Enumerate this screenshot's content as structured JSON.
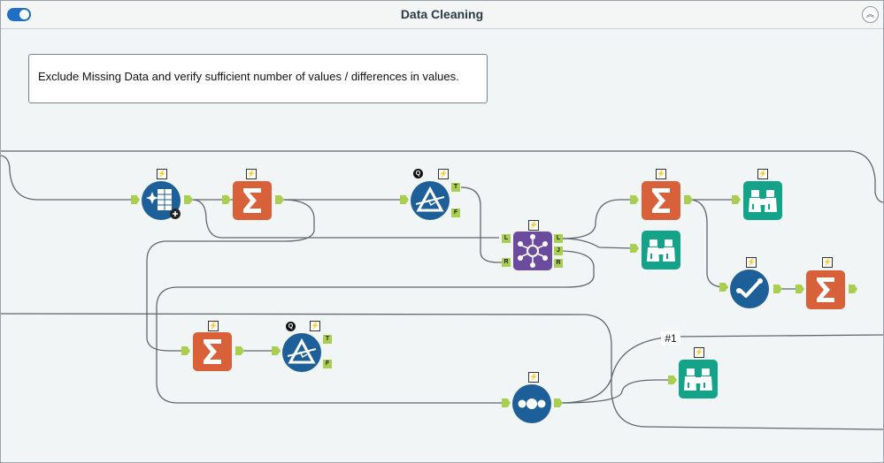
{
  "window": {
    "title": "Data Cleaning",
    "toggle_state": "on",
    "collapse_icon": "chevron-up-icon"
  },
  "comment": {
    "text": "Exclude Missing Data and verify sufficient number of values / differences in values."
  },
  "anchors": {
    "true": "T",
    "false": "F",
    "left": "L",
    "join": "J",
    "right": "R"
  },
  "badges": {
    "quick": "Q",
    "bolt": "⚡"
  },
  "connection_label": "#1",
  "tools": [
    {
      "name": "multi-field-formula-tool",
      "icon": "table-sparkle-icon",
      "color": "#1d5f99"
    },
    {
      "name": "summarize-tool-1",
      "icon": "sigma-icon",
      "color": "#d9613a"
    },
    {
      "name": "test-tool-1",
      "icon": "test-triangle-icon",
      "color": "#1d5f99"
    },
    {
      "name": "join-tool",
      "icon": "join-icon",
      "color": "#6b4b9e"
    },
    {
      "name": "summarize-tool-2",
      "icon": "sigma-icon",
      "color": "#d9613a"
    },
    {
      "name": "browse-tool-1",
      "icon": "binoculars-icon",
      "color": "#13a389"
    },
    {
      "name": "browse-tool-2",
      "icon": "binoculars-icon",
      "color": "#13a389"
    },
    {
      "name": "message-tool",
      "icon": "check-dots-icon",
      "color": "#1d5f99"
    },
    {
      "name": "summarize-tool-3",
      "icon": "sigma-icon",
      "color": "#d9613a"
    },
    {
      "name": "summarize-tool-4",
      "icon": "sigma-icon",
      "color": "#d9613a"
    },
    {
      "name": "test-tool-2",
      "icon": "test-triangle-icon",
      "color": "#1d5f99"
    },
    {
      "name": "union-tool",
      "icon": "three-dots-icon",
      "color": "#1d5f99"
    },
    {
      "name": "browse-tool-3",
      "icon": "binoculars-icon",
      "color": "#13a389"
    }
  ]
}
